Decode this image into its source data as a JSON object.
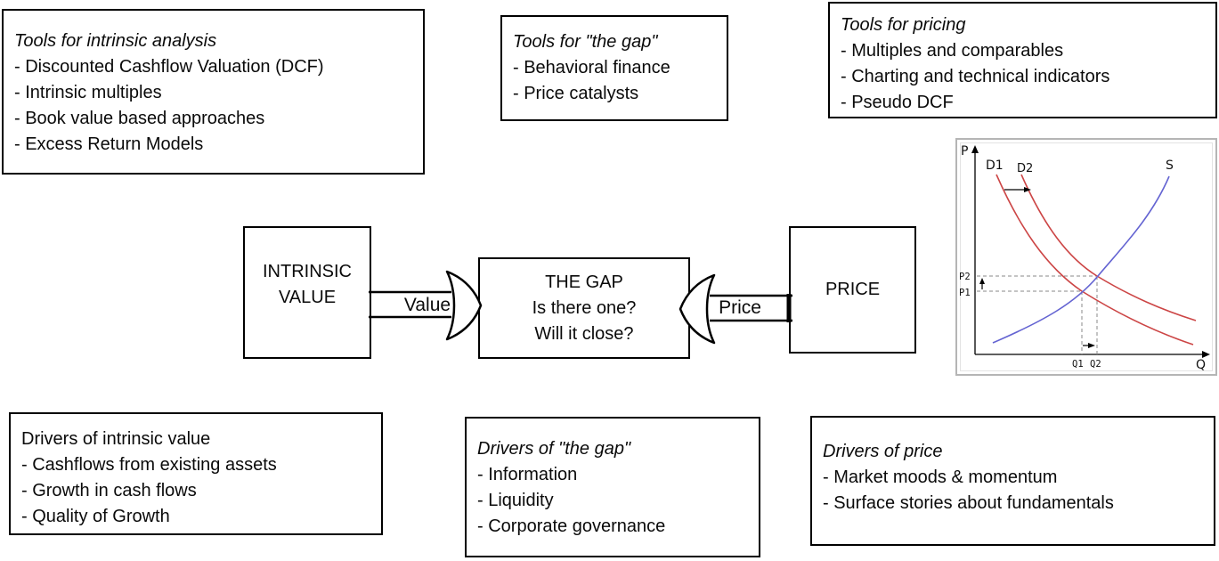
{
  "colors": {
    "demand_curve_red": "#cc4545",
    "supply_curve_blue": "#6464d2",
    "dashed_guide_gray": "#8a8a8a",
    "chart_frame_gray": "#b5b5b5",
    "line_black": "#000000"
  },
  "info_boxes": {
    "tools_intrinsic": {
      "title": "Tools for intrinsic analysis",
      "items": [
        "- Discounted Cashflow Valuation (DCF)",
        "- Intrinsic multiples",
        "- Book value based approaches",
        "- Excess Return Models"
      ]
    },
    "tools_gap": {
      "title": "Tools for \"the gap\"",
      "items": [
        "- Behavioral finance",
        "- Price catalysts"
      ]
    },
    "tools_pricing": {
      "title": "Tools for pricing",
      "items": [
        "- Multiples and comparables",
        "- Charting and technical indicators",
        "- Pseudo DCF"
      ]
    },
    "drivers_intrinsic": {
      "title": "Drivers of intrinsic value",
      "items": [
        "- Cashflows from existing assets",
        "- Growth in cash flows",
        "- Quality of Growth"
      ]
    },
    "drivers_gap": {
      "title": "Drivers of \"the gap\"",
      "items": [
        "- Information",
        "- Liquidity",
        "- Corporate governance"
      ]
    },
    "drivers_price": {
      "title": "Drivers of price",
      "items": [
        "- Market moods & momentum",
        "- Surface stories about fundamentals"
      ]
    }
  },
  "flow": {
    "intrinsic_value_node": {
      "line1": "INTRINSIC",
      "line2": "VALUE"
    },
    "gap_node": {
      "line1": "THE GAP",
      "line2": "Is there one?",
      "line3": "Will it close?"
    },
    "price_node": {
      "label": "PRICE"
    },
    "value_arrow_label": "Value",
    "price_arrow_label": "Price"
  },
  "supply_demand_chart": {
    "labels": {
      "p_axis": "P",
      "q_axis": "Q",
      "d1": "D1",
      "d2": "D2",
      "s": "S",
      "p2": "P2",
      "p1": "P1",
      "q1": "Q1",
      "q2": "Q2"
    }
  }
}
